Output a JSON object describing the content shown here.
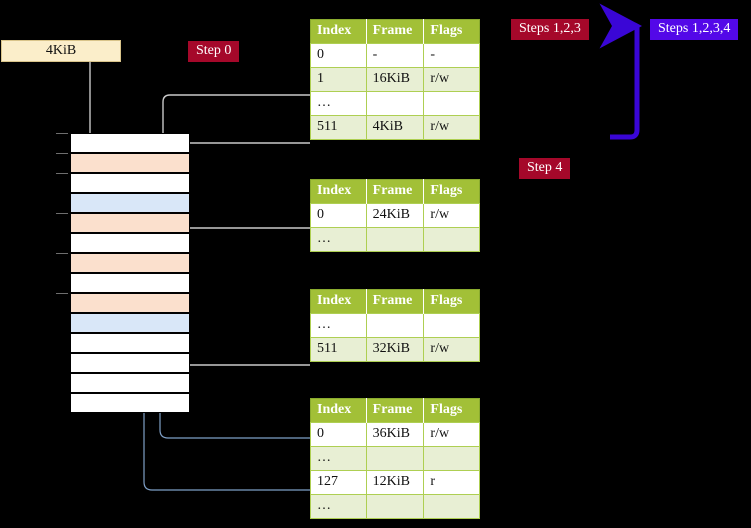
{
  "diagram": {
    "title_labels": {
      "memory_size": "4KiB",
      "step0": "Step 0",
      "step4": "Step 4",
      "steps123": "Steps 1,2,3",
      "steps1234": "Steps 1,2,3,4"
    },
    "colors": {
      "badge_red": "#a5082a",
      "badge_blue": "#5308e8",
      "table_header": "#a2c037",
      "table_alt_row": "#e8efd4",
      "highlight": "#fbf79b",
      "memory_orange": "#fbe0cd",
      "memory_blue": "#d9e7f8",
      "memory_box": "#fbeeca",
      "wire_gray": "#b8b8b8",
      "wire_blue": "#4a7ab5"
    },
    "columns": [
      "Index",
      "Frame",
      "Flags"
    ],
    "tables": [
      {
        "id": "level-4-table",
        "rows": [
          {
            "index": "0",
            "frame": "-",
            "flags": "-",
            "style": "plain",
            "highlight": false
          },
          {
            "index": "1",
            "frame": "16KiB",
            "flags": "r/w",
            "style": "alt",
            "highlight": false
          },
          {
            "index": "…",
            "frame": "",
            "flags": "",
            "style": "plain",
            "highlight": false
          },
          {
            "index": "511",
            "frame": "4KiB",
            "flags": "r/w",
            "style": "alt",
            "highlight": true
          }
        ]
      },
      {
        "id": "level-3-table",
        "rows": [
          {
            "index": "0",
            "frame": "24KiB",
            "flags": "r/w",
            "style": "plain",
            "highlight": false
          },
          {
            "index": "…",
            "frame": "",
            "flags": "",
            "style": "alt",
            "highlight": false
          }
        ]
      },
      {
        "id": "level-2-table",
        "rows": [
          {
            "index": "…",
            "frame": "",
            "flags": "",
            "style": "plain",
            "highlight": false
          },
          {
            "index": "511",
            "frame": "32KiB",
            "flags": "r/w",
            "style": "alt",
            "highlight": false
          }
        ]
      },
      {
        "id": "level-1-table",
        "rows": [
          {
            "index": "0",
            "frame": "36KiB",
            "flags": "r/w",
            "style": "plain",
            "highlight": false
          },
          {
            "index": "…",
            "frame": "",
            "flags": "",
            "style": "alt",
            "highlight": false
          },
          {
            "index": "127",
            "frame": "12KiB",
            "flags": "r",
            "style": "plain",
            "highlight": false
          },
          {
            "index": "…",
            "frame": "",
            "flags": "",
            "style": "alt",
            "highlight": false
          }
        ]
      }
    ],
    "memory_rows": [
      {
        "fill": "white"
      },
      {
        "fill": "orange"
      },
      {
        "fill": "white"
      },
      {
        "fill": "blue"
      },
      {
        "fill": "orange"
      },
      {
        "fill": "white"
      },
      {
        "fill": "orange"
      },
      {
        "fill": "white"
      },
      {
        "fill": "orange"
      },
      {
        "fill": "blue"
      },
      {
        "fill": "white"
      },
      {
        "fill": "white"
      },
      {
        "fill": "white"
      },
      {
        "fill": "white"
      }
    ]
  }
}
